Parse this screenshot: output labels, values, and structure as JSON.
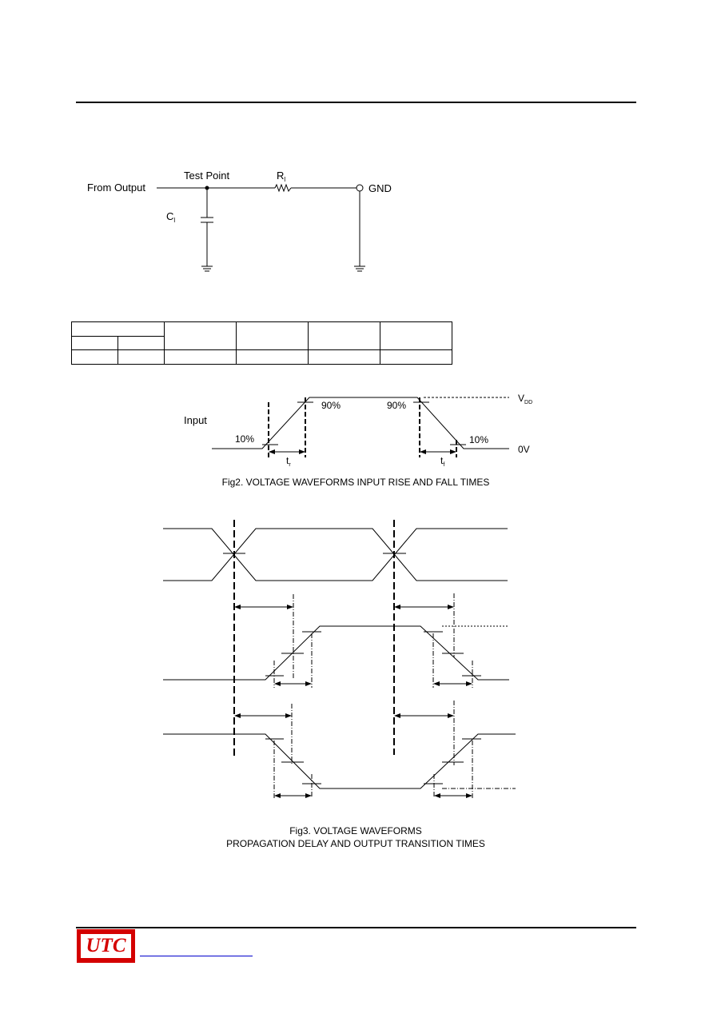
{
  "circuit": {
    "from_output": "From Output",
    "test_point": "Test Point",
    "rl_main": "R",
    "rl_sub": "l",
    "cl_main": "C",
    "cl_sub": "l",
    "gnd": "GND"
  },
  "fig2": {
    "input_label": "Input",
    "pct_90_left": "90%",
    "pct_90_right": "90%",
    "pct_10_left": "10%",
    "pct_10_right": "10%",
    "vdd_main": "V",
    "vdd_sub": "DD",
    "zero_v": "0V",
    "tr_main": "t",
    "tr_sub": "r",
    "tf_main": "t",
    "tf_sub": "f",
    "caption": "Fig2. VOLTAGE WAVEFORMS INPUT RISE AND FALL TIMES"
  },
  "fig3": {
    "caption_line1": "Fig3. VOLTAGE WAVEFORMS",
    "caption_line2": "PROPAGATION DELAY AND OUTPUT TRANSITION TIMES"
  },
  "footer": {
    "logo_text": "UTC",
    "colors": {
      "logo_red": "#d40000",
      "link_blue": "#0000cc"
    }
  }
}
